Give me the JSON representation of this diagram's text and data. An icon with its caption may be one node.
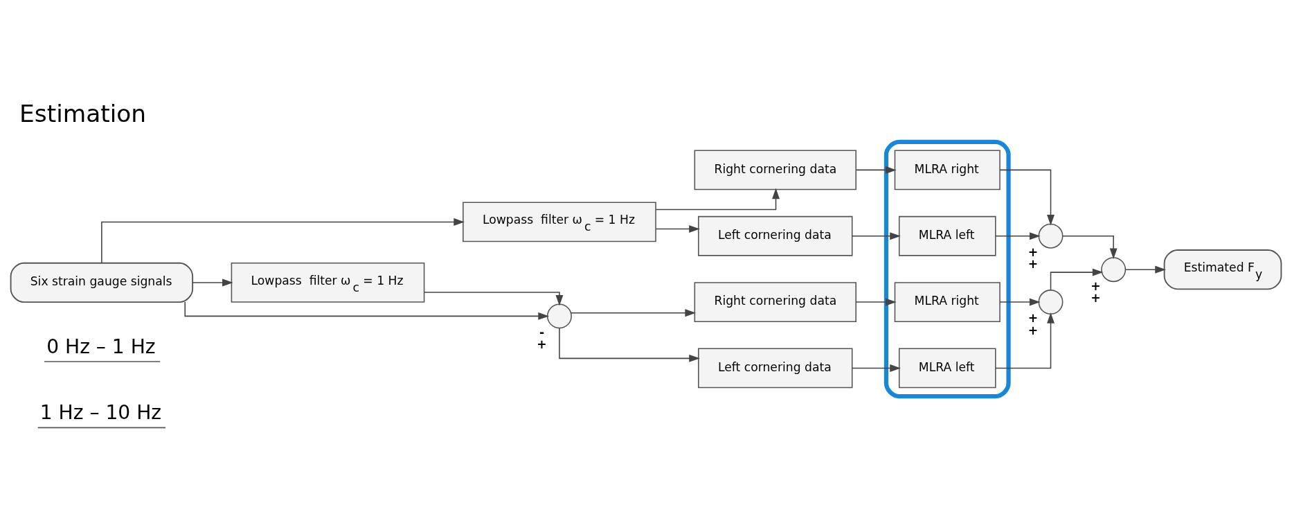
{
  "diagram": {
    "title": "Estimation",
    "nodes": [
      {
        "text": [
          "Six strain gauge signals"
        ]
      },
      {
        "text": [
          "Lowpass  filter ω$_{c}$ = 1 Hz"
        ]
      },
      {
        "text": [
          "Lowpass  filter ω$_{c}$ = 1 Hz"
        ]
      },
      {
        "text": [],
        "shape": "circle",
        "beside": [
          "-",
          "+"
        ]
      },
      {
        "text": [
          "Right cornering data"
        ]
      },
      {
        "text": [
          "Left cornering data"
        ]
      },
      {
        "text": [
          "Right cornering data"
        ]
      },
      {
        "text": [
          "Left cornering data"
        ]
      },
      {
        "text": [],
        "shape": "ellipse"
      },
      {
        "text": [
          "MLRA right"
        ],
        "in": 8
      },
      {
        "text": [
          "MLRA left"
        ],
        "in": 8
      },
      {
        "text": [
          "MLRA right"
        ],
        "in": 8
      },
      {
        "text": [
          "MLRA left"
        ],
        "in": 8
      },
      {
        "text": [],
        "shape": "circle",
        "beside": [
          "+",
          "+"
        ]
      },
      {
        "text": [],
        "shape": "circle",
        "beside": [
          "+",
          "+"
        ]
      },
      {
        "text": [],
        "shape": "circle",
        "beside": [
          "+",
          "+"
        ]
      },
      {
        "text": [
          "Estimated F$_{y}$"
        ]
      }
    ],
    "edges": [
      {
        "from": 0,
        "to": 1,
        "arrow": "to"
      },
      {
        "from": 0,
        "to": 2,
        "arrow": "to"
      },
      {
        "from": 0,
        "to": 3,
        "arrow": "to"
      },
      {
        "from": 1,
        "to": 4,
        "arrow": "to"
      },
      {
        "from": 1,
        "to": 5,
        "arrow": "to"
      },
      {
        "from": 2,
        "to": 3,
        "arrow": "to"
      },
      {
        "from": 3,
        "to": 6,
        "arrow": "to"
      },
      {
        "from": 3,
        "to": 7,
        "arrow": "to"
      },
      {
        "from": 4,
        "to": 9,
        "arrow": "to"
      },
      {
        "from": 5,
        "to": 10,
        "arrow": "to"
      },
      {
        "from": 6,
        "to": 11,
        "arrow": "to"
      },
      {
        "from": 7,
        "to": 12,
        "arrow": "to"
      },
      {
        "from": 9,
        "to": 13,
        "arrow": "to"
      },
      {
        "from": 10,
        "to": 13,
        "arrow": "to"
      },
      {
        "from": 11,
        "to": 14,
        "arrow": "to"
      },
      {
        "from": 12,
        "to": 14,
        "arrow": "to"
      },
      {
        "from": 13,
        "to": 15,
        "arrow": "to"
      },
      {
        "from": 14,
        "to": 15,
        "arrow": "to"
      },
      {
        "from": 15,
        "to": 16,
        "arrow": "to"
      }
    ],
    "labels": [
      "0 Hz – 1 Hz",
      "1 Hz – 10 Hz"
    ]
  }
}
